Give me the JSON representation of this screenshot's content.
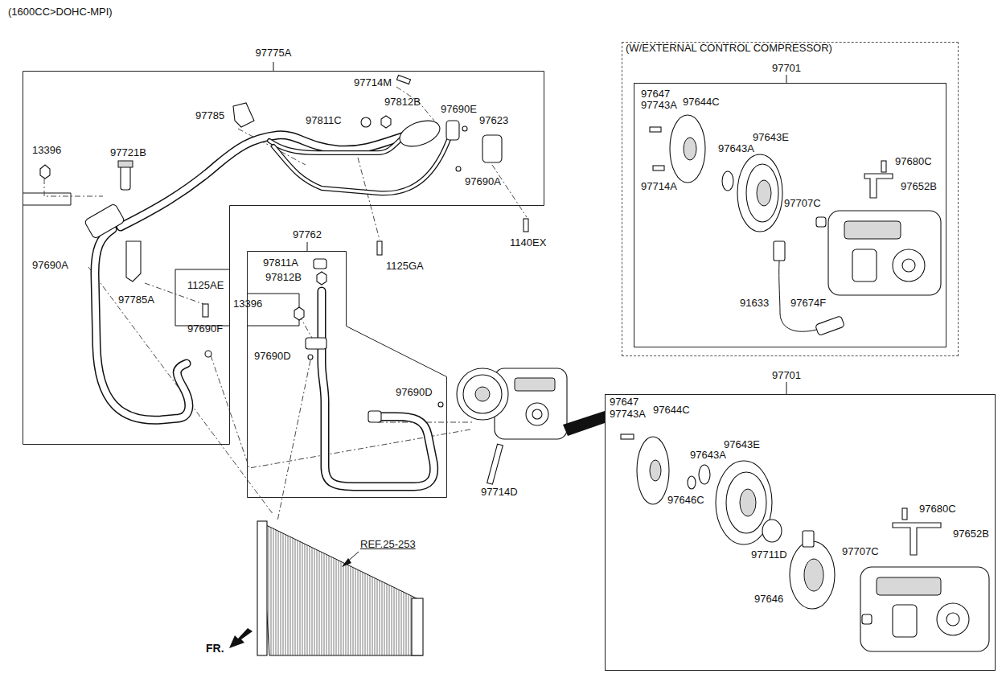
{
  "diagram": {
    "title": "(1600CC>DOHC-MPI)",
    "nodes": [
      {
        "text": [
          "97775A"
        ]
      },
      {
        "text": [
          "97762"
        ]
      },
      {
        "text": [
          "(W/EXTERNAL CONTROL COMPRESSOR)"
        ]
      },
      {
        "text": [
          "97701"
        ],
        "in": 2
      },
      {
        "text": [
          "97701"
        ]
      }
    ],
    "labels": [
      "97714M",
      "97812B",
      "97785",
      "97811C",
      "97690E",
      "97623",
      "13396",
      "97721B",
      "97690A",
      "1140EX",
      "1125GA",
      "97690A",
      "1125AE",
      "97785A",
      "97690F",
      "97811A",
      "97812B",
      "13396",
      "97690D",
      "97690D",
      "97714D",
      "REF.25-253",
      "FR.",
      "97647",
      "97743A",
      "97644C",
      "97643E",
      "97643A",
      "97680C",
      "97652B",
      "97714A",
      "97707C",
      "91633",
      "97674F",
      "97647",
      "97743A",
      "97644C",
      "97643E",
      "97643A",
      "97646C",
      "97711D",
      "97646",
      "97707C",
      "97680C",
      "97652B"
    ]
  }
}
